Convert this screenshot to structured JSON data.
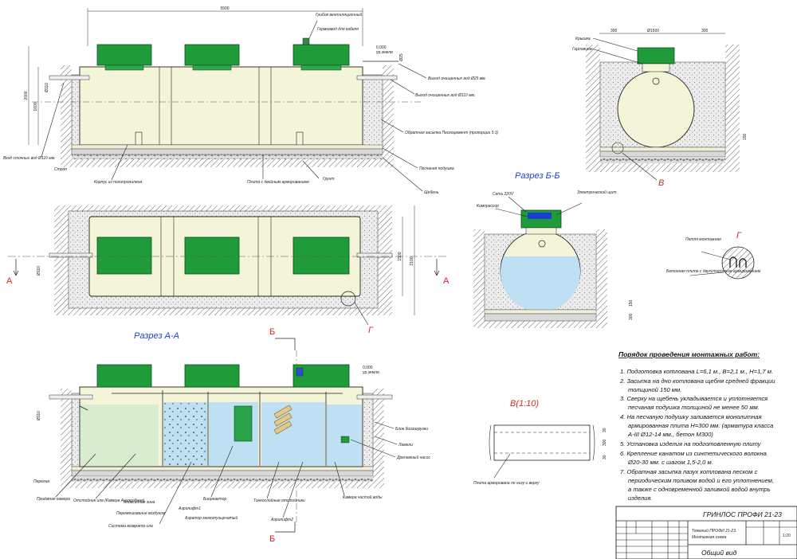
{
  "top_view": {
    "dim_length": "5500",
    "dim_h_total": "2000",
    "dim_h_body": "1600",
    "dim_inlet": "Ø110",
    "dim_outlet": "Ø25",
    "level_0": "0.000",
    "level_label": "ур.земли",
    "labels": {
      "vent_fungus": "Грибок вентиляционный",
      "cable_gland": "Гермоввод для кабеля",
      "outlet_25": "Выход очищенных вод Ø25 мм.",
      "outlet_110": "Выход очищенных вод Ø110 мм.",
      "backfill": "Обратная засыпка Пескоцемент (пропорции 5:1)",
      "inlet": "Вход сточных вод Ø110 мм.",
      "sand_cushion": "Песчаная подушка",
      "slab": "Плита с двойным армированием",
      "body": "Корпус из полипропилена",
      "soil": "Грунт",
      "gravel": "Щебень",
      "sling": "Строп"
    }
  },
  "plan_view": {
    "dim_width": "2100",
    "dim_body": "1500",
    "dim_inlet": "Ø110",
    "marker_a": "А",
    "marker_g": "Г"
  },
  "section_aa": {
    "title": "Разрез А-А",
    "marker_b": "Б",
    "dim_inlet": "Ø110",
    "level_0": "0.000",
    "level_label": "ур.земли",
    "labels": {
      "overflow": "Перелив",
      "receiving": "Приёмная камера",
      "settling": "Отстойник ила (Камера Анаэробная)",
      "anoxic": "Аноксидная зона",
      "air_mixing": "Перемешивание воздухом",
      "return": "Система возврата ила",
      "aerolift1": "Аэролифт1",
      "bioreactor": "Биореактор",
      "aerator": "Аэратор мелкопузырчатый",
      "fine_settler": "Тонкослойные отстойники",
      "aerolift2": "Аэролифт2",
      "clean_chamber": "Камера чистой воды",
      "bio_block": "Блок биозагрузки",
      "lamellas": "Ламели",
      "drain_pump": "Дренажный насос"
    }
  },
  "section_bb": {
    "title": "Разрез Б-Б",
    "dim_150": "150",
    "dim_300": "300",
    "labels": {
      "power": "Сеть 220V",
      "compressor": "Компрессор",
      "el_box": "Электрический щит"
    }
  },
  "section_v": {
    "dim_top_300": "300",
    "dim_dia": "Ø1500",
    "dim_top_300b": "300",
    "dim_150": "150",
    "marker_v": "В",
    "labels": {
      "lid": "Крышка",
      "neck": "Горловина"
    }
  },
  "detail_g": {
    "marker": "Г",
    "labels": {
      "loop": "Петля монтажная",
      "concrete_slab": "Бетонная плита с двухсторонним армированием"
    }
  },
  "detail_v": {
    "title": "В(1:10)",
    "dim_30a": "30",
    "dim_300": "300",
    "dim_30b": "30",
    "label": "Плита армирована по низу и верху"
  },
  "procedure": {
    "title": "Порядок проведения монтажных работ:",
    "steps": [
      "1. Подготовка котлована L=6,1 м., B=2,1 м., H=1,7 м.",
      "2. Засыпка на дно котлована щебня средней фракции",
      "толщиной 150 мм.",
      "3. Сверху на щебень укладывается и уплотняется",
      "песчаная подушка толщиной не менее 50 мм.",
      "4. На песчаную подушку заливается монолитная",
      "армированная плита H=300 мм. (арматура класса",
      "A-III Ø12-14 мм., бетон М300)",
      "5. Установка изделия на подготовленную плиту",
      "6. Крепление канатом из синтетического волокна",
      "Ø20-30 мм. с шагом 1,5-2,0 м.",
      "7. Обратная засыпка пазух котлована песком с",
      "периодическим поливом водой и его уплотнением,",
      "а также с одновременной заливкой водой внутрь",
      "изделия."
    ]
  },
  "title_block": {
    "product": "ГРИНЛОС ПРОФИ 21-23",
    "desc_line1": "Тяжелый ПРОФИ 21-23.",
    "desc_line2": "Монтажная схема",
    "view": "Общий вид",
    "scale": "1:20"
  },
  "colors": {
    "tank_body": "#f4f4d8",
    "lid_green": "#1f9b3a",
    "water_blue": "#bfe0f2",
    "concrete_grey": "#e6e6e6",
    "accent_blue": "#1a3fcf",
    "marker_red": "#e02020"
  }
}
